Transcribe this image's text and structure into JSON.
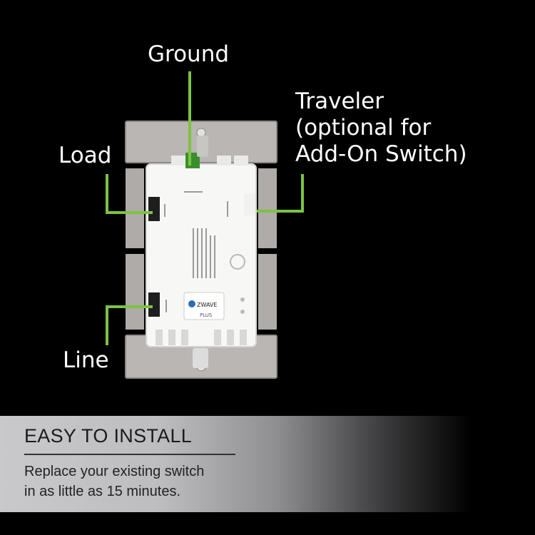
{
  "callouts": {
    "ground": "Ground",
    "traveler_line1": "Traveler",
    "traveler_line2": "(optional for",
    "traveler_line3": "Add-On Switch)",
    "load": "Load",
    "line": "Line"
  },
  "banner": {
    "title": "EASY TO INSTALL",
    "line1": "Replace your existing switch",
    "line2": "in as little as 15 minutes."
  },
  "device": {
    "logo_text": "ZWAVE",
    "logo_sub": "PLUS"
  },
  "colors": {
    "accent_green": "#7dc242",
    "background": "#000000"
  }
}
